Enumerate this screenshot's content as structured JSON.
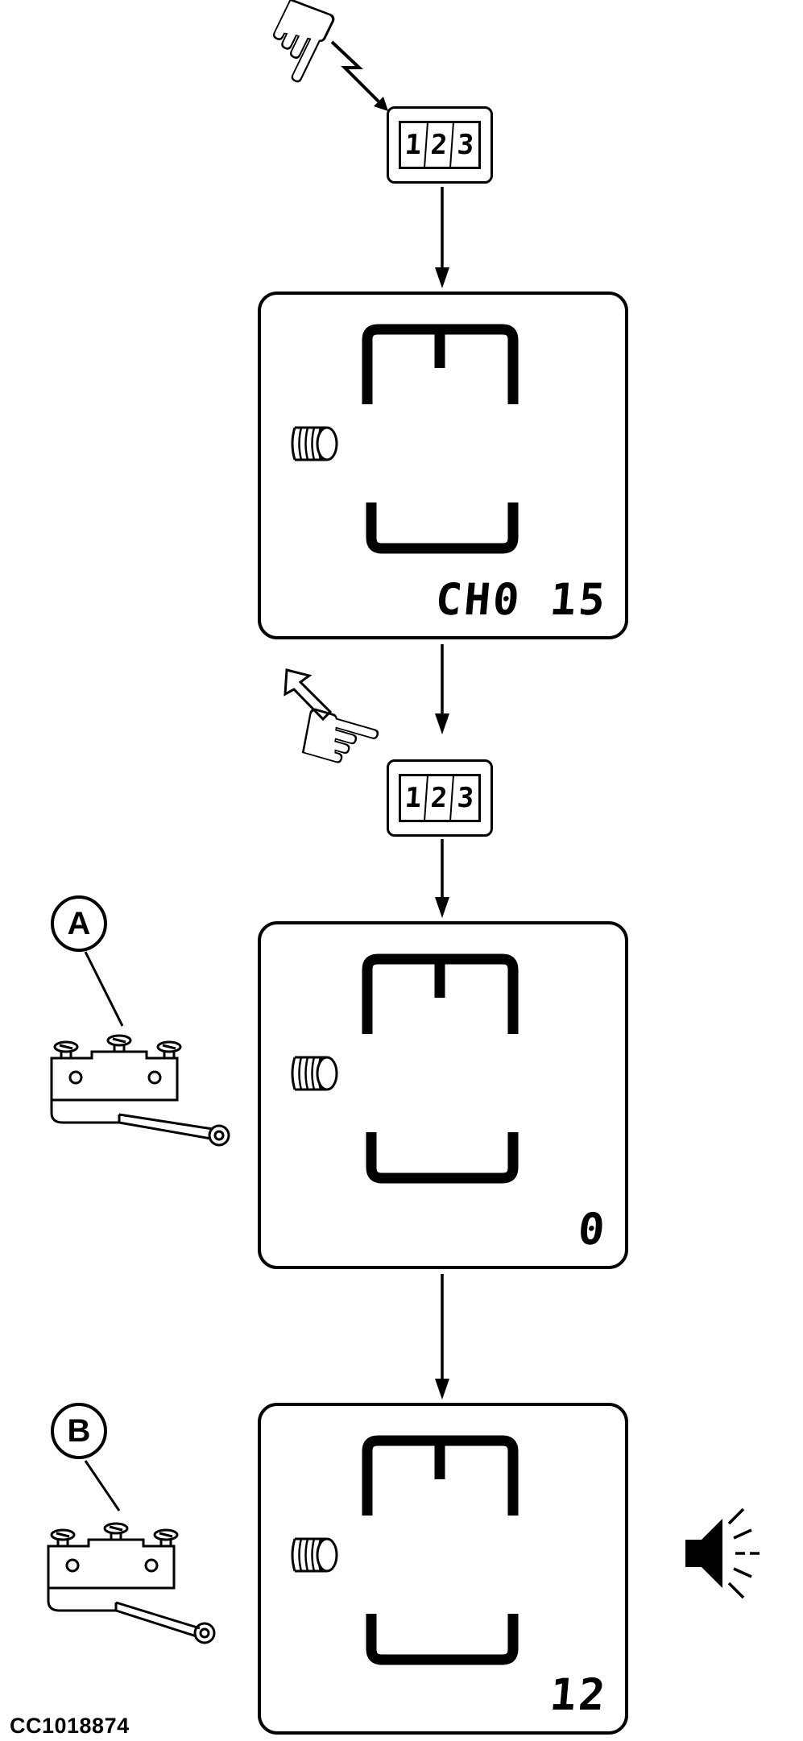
{
  "figure": {
    "code": "CC1018874"
  },
  "keypad": {
    "digits": [
      "1",
      "2",
      "3"
    ]
  },
  "displays": [
    {
      "name": "channel-display",
      "value": "CH0 15"
    },
    {
      "name": "count-display-zero",
      "value": "0"
    },
    {
      "name": "count-display-twelve",
      "value": "12"
    }
  ],
  "labels": {
    "component_a": "A",
    "component_b": "B"
  },
  "icons": {
    "pointing_hand_down": "☟",
    "pointing_hand_right": "☞",
    "press_zigzag_arrow": "zigzag-arrow-down-right",
    "release_outline_arrow": "outline-arrow-up-left",
    "flow_arrow": "solid-down-arrow",
    "bale_bracket_top": "square-bracket-top-with-tick",
    "bale_bracket_bottom": "square-bracket-bottom",
    "roll_cylinder": "ridged-roll-cylinder",
    "speaker": "speaker-with-sound-waves",
    "component_part": "sensor-line-art-with-arm-roller"
  },
  "colors": {
    "ink": "#000000",
    "background": "#ffffff"
  }
}
